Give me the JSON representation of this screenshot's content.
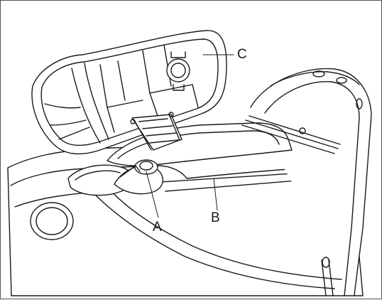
{
  "figure": {
    "labels": {
      "a": "A",
      "b": "B",
      "c": "C"
    },
    "colors": {
      "line": "#1a1a1a",
      "paper": "#ffffff",
      "shade": "#eeeeee"
    }
  }
}
